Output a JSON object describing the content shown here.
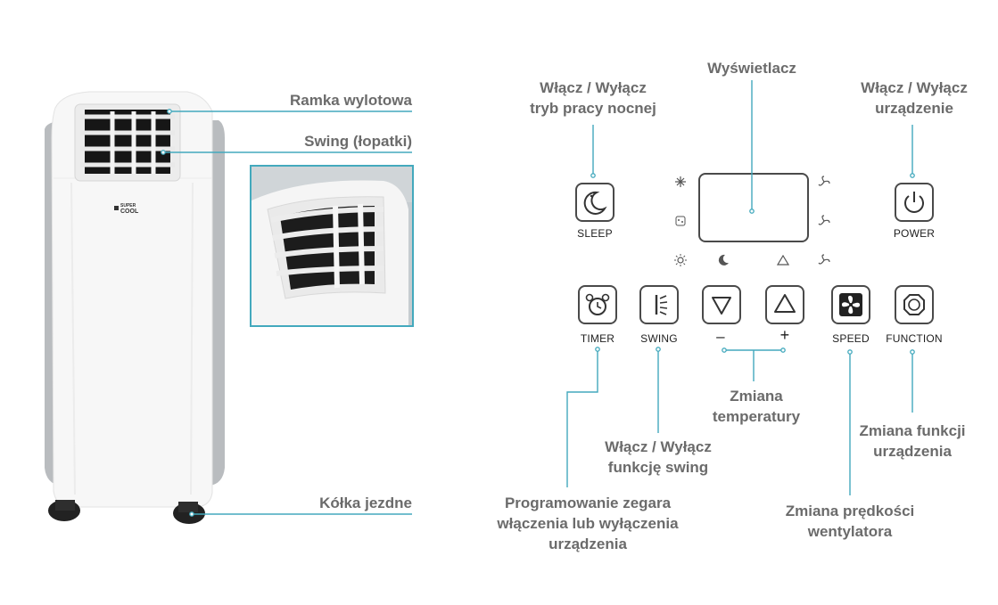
{
  "device": {
    "brand_top": "SUPER",
    "brand_bottom": "COOL"
  },
  "left_callouts": {
    "outlet_frame": "Ramka wylotowa",
    "swing": "Swing (łopatki)",
    "wheels": "Kółka jezdne"
  },
  "panel_callouts": {
    "display": "Wyświetlacz",
    "sleep_line1": "Włącz / Wyłącz",
    "sleep_line2": "tryb pracy nocnej",
    "power_line1": "Włącz / Wyłącz",
    "power_line2": "urządzenie",
    "temp_line1": "Zmiana",
    "temp_line2": "temperatury",
    "swing_line1": "Włącz / Wyłącz",
    "swing_line2": "funkcję swing",
    "function_line1": "Zmiana funkcji",
    "function_line2": "urządzenia",
    "timer_line1": "Programowanie zegara",
    "timer_line2": "włączenia lub wyłączenia",
    "timer_line3": "urządzenia",
    "speed_line1": "Zmiana prędkości",
    "speed_line2": "wentylatora"
  },
  "buttons": {
    "sleep": "SLEEP",
    "power": "POWER",
    "timer": "TIMER",
    "swing": "SWING",
    "minus": "–",
    "plus": "+",
    "speed": "SPEED",
    "function": "FUNCTION"
  },
  "colors": {
    "leader": "#43a9bd",
    "text": "#6b6b6b",
    "device": "#f7f7f7",
    "device_side": "#b9bcbf"
  },
  "icons": [
    "snowflake-icon",
    "dehumidify-icon",
    "sun-icon",
    "moon-icon",
    "triangle-up-icon",
    "fan-high-icon",
    "fan-mid-icon",
    "fan-low-icon",
    "power-icon",
    "alarm-clock-icon",
    "swing-icon",
    "triangle-down-icon",
    "fan-icon",
    "function-icon"
  ]
}
